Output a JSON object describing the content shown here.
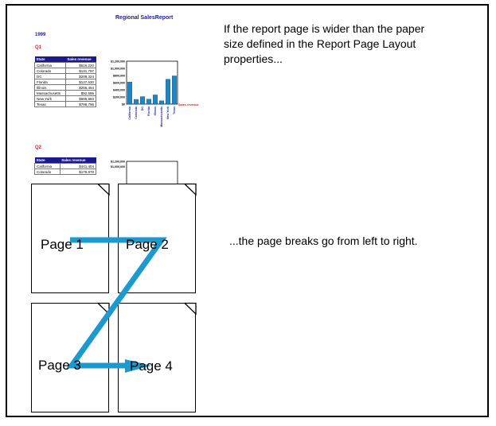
{
  "report": {
    "title": "Regional SalesReport",
    "year": "1999",
    "q1": {
      "label": "Q1",
      "headers": [
        "State",
        "Sales revenue"
      ],
      "rows": [
        [
          "California",
          "$616,220"
        ],
        [
          "Colorado",
          "$131,797"
        ],
        [
          "DC",
          "$209,324"
        ],
        [
          "Florida",
          "$137,630"
        ],
        [
          "Illinois",
          "$256,454"
        ],
        [
          "Massachusetts",
          "$92,596"
        ],
        [
          "New York",
          "$695,883"
        ],
        [
          "Texas",
          "$788,796"
        ]
      ],
      "chart": {
        "y_ticks": [
          "$1,200,000",
          "$1,000,000",
          "$800,000",
          "$600,000",
          "$400,000",
          "$200,000",
          "$0"
        ],
        "categories": [
          "California",
          "Colorado",
          "DC",
          "Florida",
          "Illinois",
          "Massachusetts",
          "New York",
          "Texas"
        ],
        "values": [
          616220,
          131797,
          209324,
          137630,
          256454,
          92596,
          695883,
          788796
        ],
        "legend": "Sales revenue",
        "bar_color": "#1f86c6",
        "legend_color": "#e02020"
      }
    },
    "q2": {
      "label": "Q2",
      "headers": [
        "State",
        "Sales revenue"
      ],
      "rows": [
        [
          "California",
          "$441,404"
        ],
        [
          "Colorado",
          "$179,978"
        ]
      ],
      "chart": {
        "y_ticks": [
          "$1,200,000",
          "$1,000,000"
        ]
      }
    }
  },
  "captions": {
    "top": [
      "If the report page is wider than the paper",
      "size defined in the Report Page Layout",
      "properties..."
    ],
    "bottom": "...the page breaks go from left to right."
  },
  "pages": [
    "Page 1",
    "Page 2",
    "Page 3",
    "Page 4"
  ],
  "colors": {
    "arrow": "#1b9ad0",
    "title": "#1a1aa8",
    "quarter": "#dd2222"
  }
}
